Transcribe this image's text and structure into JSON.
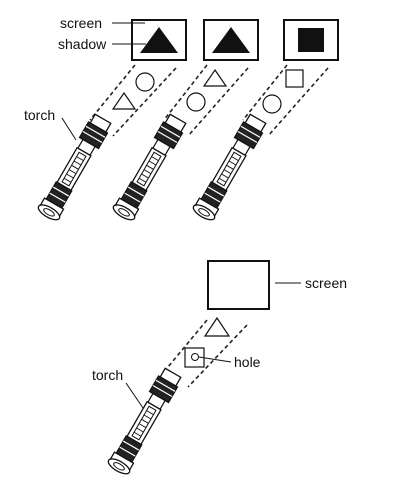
{
  "labels": {
    "screen_top": "screen",
    "shadow": "shadow",
    "torch_top": "torch",
    "screen_bottom": "screen",
    "hole": "hole",
    "torch_bottom": "torch"
  },
  "panels": [
    {
      "shadow_shape": "triangle",
      "beam_shapes": [
        "circle",
        "triangle"
      ]
    },
    {
      "shadow_shape": "triangle",
      "beam_shapes": [
        "triangle",
        "circle"
      ]
    },
    {
      "shadow_shape": "square",
      "beam_shapes": [
        "square",
        "circle"
      ]
    }
  ],
  "bottom_panel": {
    "screen": "blank",
    "beam_shapes": [
      "triangle",
      "square-with-hole"
    ]
  }
}
